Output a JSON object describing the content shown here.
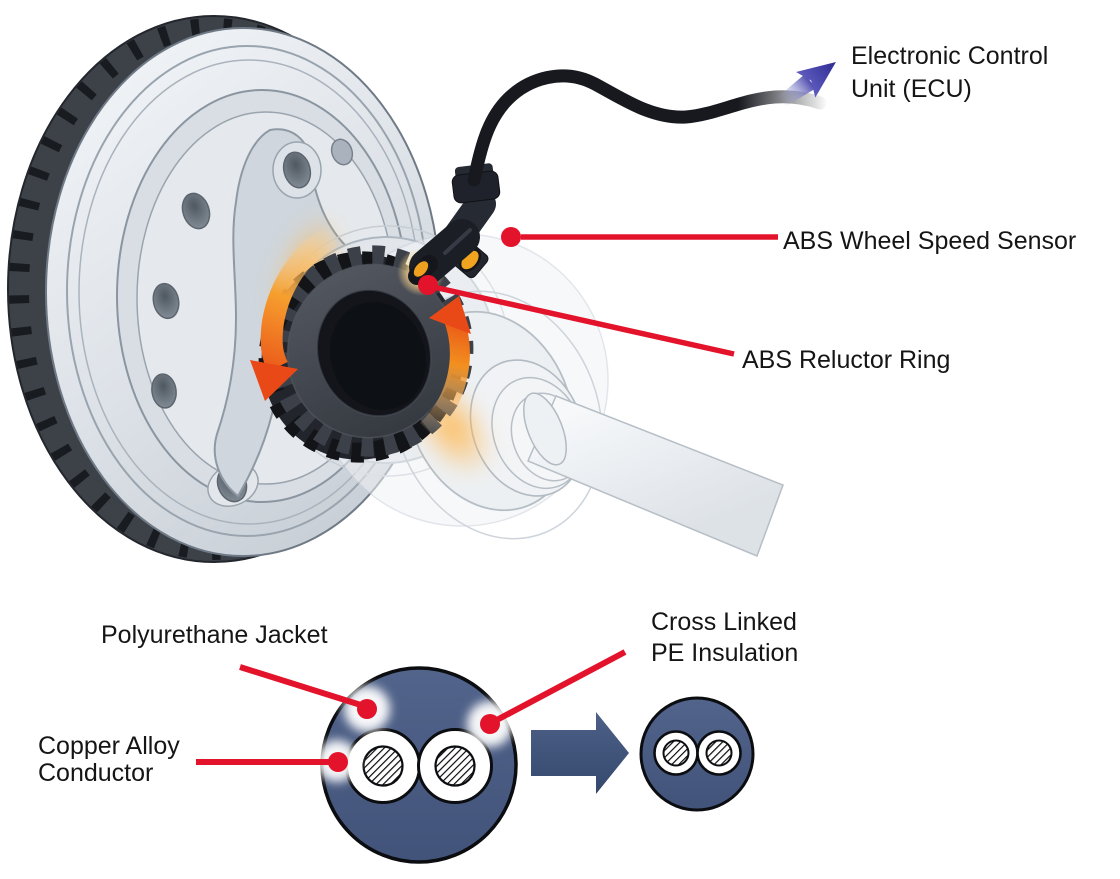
{
  "illustration": {
    "labels": {
      "ecu_line1": "Electronic Control",
      "ecu_line2": "Unit (ECU)",
      "wheel_speed_sensor": "ABS Wheel Speed Sensor",
      "reluctor_ring": "ABS Reluctor Ring"
    },
    "icons": [
      "brake-disc",
      "hub-bracket",
      "wheel-hub",
      "abs-reluctor-ring",
      "cv-axle",
      "rotation-arrow",
      "abs-sensor",
      "sensor-cable",
      "ecu-arrow",
      "callout-line"
    ],
    "colors": {
      "callout_red": "#E3132B",
      "rotation_arrow_orange": "#EA4D17",
      "ecu_arrow_purple": "#3B37A0",
      "sensor_black": "#1D2027",
      "sensor_orange": "#F0A01F",
      "disc_gray": "#DDE2E7",
      "ring_dark": "#42464E"
    }
  },
  "cross_section": {
    "labels": {
      "jacket": "Polyurethane Jacket",
      "conductor_line1": "Copper Alloy",
      "conductor_line2": "Conductor",
      "insulation_line1": "Cross Linked",
      "insulation_line2": "PE Insulation"
    },
    "colors": {
      "jacket_blue": "#4A5A7E",
      "insulation_white": "#FFFFFF",
      "callout_red": "#E3132B",
      "transform_arrow_blue": "#3D5074"
    }
  }
}
